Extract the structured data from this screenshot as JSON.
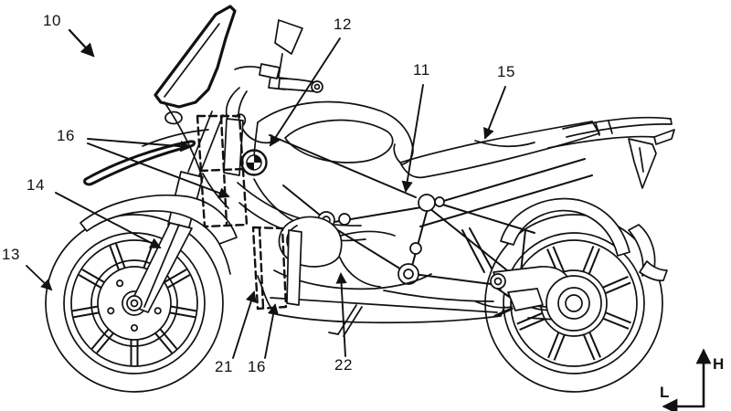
{
  "drawing": {
    "kind": "patent-style line drawing",
    "subject": "adventure motorcycle, left side view, with dashed component boxes and reference numerals",
    "background_color": "#ffffff",
    "line_color": "#111111"
  },
  "labels": [
    {
      "id": "ref-10",
      "text": "10"
    },
    {
      "id": "ref-12",
      "text": "12"
    },
    {
      "id": "ref-11",
      "text": "11"
    },
    {
      "id": "ref-15",
      "text": "15"
    },
    {
      "id": "ref-16-upper",
      "text": "16"
    },
    {
      "id": "ref-14",
      "text": "14"
    },
    {
      "id": "ref-13",
      "text": "13"
    },
    {
      "id": "ref-21",
      "text": "21"
    },
    {
      "id": "ref-16-lower",
      "text": "16"
    },
    {
      "id": "ref-22",
      "text": "22"
    }
  ],
  "axes": {
    "vertical": "H",
    "horizontal": "L"
  }
}
